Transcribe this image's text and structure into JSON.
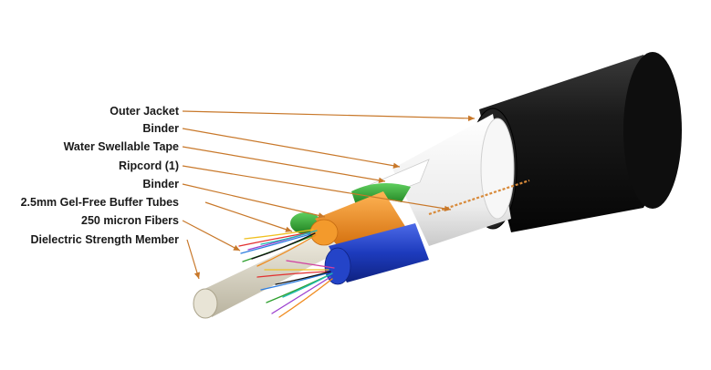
{
  "labels": [
    {
      "id": "outer-jacket",
      "text": "Outer Jacket"
    },
    {
      "id": "binder-outer",
      "text": "Binder"
    },
    {
      "id": "water-swellable-tape",
      "text": "Water Swellable Tape"
    },
    {
      "id": "ripcord",
      "text": "Ripcord (1)"
    },
    {
      "id": "binder-inner",
      "text": "Binder"
    },
    {
      "id": "buffer-tubes",
      "text": "2.5mm Gel-Free Buffer Tubes"
    },
    {
      "id": "fibers",
      "text": "250 micron Fibers"
    },
    {
      "id": "strength-member",
      "text": "Dielectric Strength Member"
    }
  ],
  "colors": {
    "leader": "#c8782a",
    "jacket": "#151515",
    "tape": "#f4f4f4",
    "tube_blue": "#1f3fbf",
    "tube_orange": "#f08a1c",
    "tube_green": "#2f9e2f",
    "strength_member": "#ddd8c8",
    "ripcord": "#d88a3a"
  }
}
